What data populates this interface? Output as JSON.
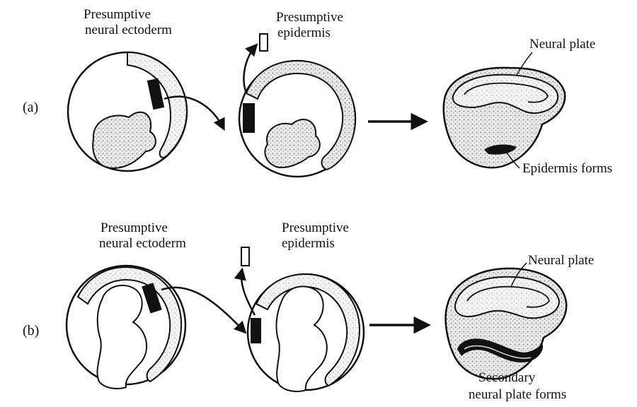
{
  "panels": {
    "a": {
      "panel_label": "(a)",
      "donor_label_line1": "Presumptive",
      "donor_label_line2": "neural ectoderm",
      "host_label_line1": "Presumptive",
      "host_label_line2": "epidermis",
      "result_top_label": "Neural plate",
      "result_bottom_label": "Epidermis forms"
    },
    "b": {
      "panel_label": "(b)",
      "donor_label_line1": "Presumptive",
      "donor_label_line2": "neural ectoderm",
      "host_label_line1": "Presumptive",
      "host_label_line2": "epidermis",
      "result_top_label": "Neural plate",
      "result_bottom_label_line1": "Secondary",
      "result_bottom_label_line2": "neural plate forms"
    }
  }
}
